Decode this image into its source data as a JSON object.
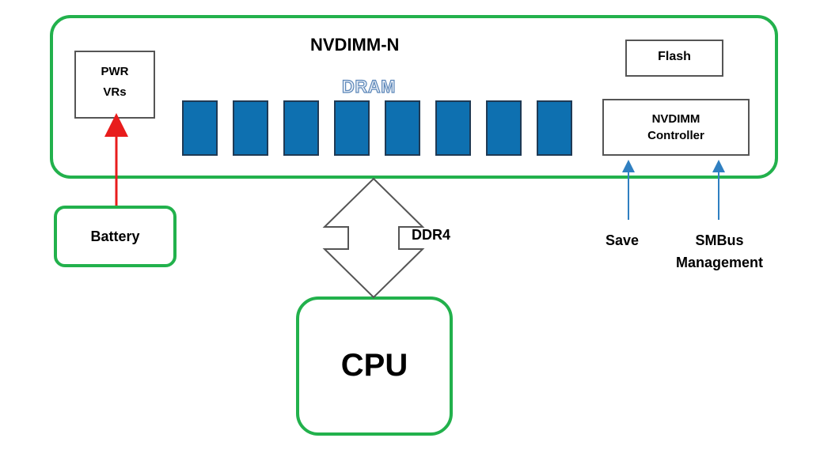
{
  "module": {
    "title": "NVDIMM-N"
  },
  "pwr": {
    "line1": "PWR",
    "line2": "VRs"
  },
  "dram": {
    "label": "DRAM",
    "chip_count": 8,
    "chip_color": "#0e70b0"
  },
  "flash": {
    "label": "Flash"
  },
  "controller": {
    "line1": "NVDIMM",
    "line2": "Controller"
  },
  "battery": {
    "label": "Battery"
  },
  "bus": {
    "label": "DDR4"
  },
  "cpu": {
    "label": "CPU"
  },
  "signals": {
    "save": "Save",
    "smbus_line1": "SMBus",
    "smbus_line2": "Management"
  },
  "colors": {
    "green_border": "#22b14c",
    "power_arrow": "#e81c1c",
    "signal_arrow": "#2f7fc1"
  }
}
